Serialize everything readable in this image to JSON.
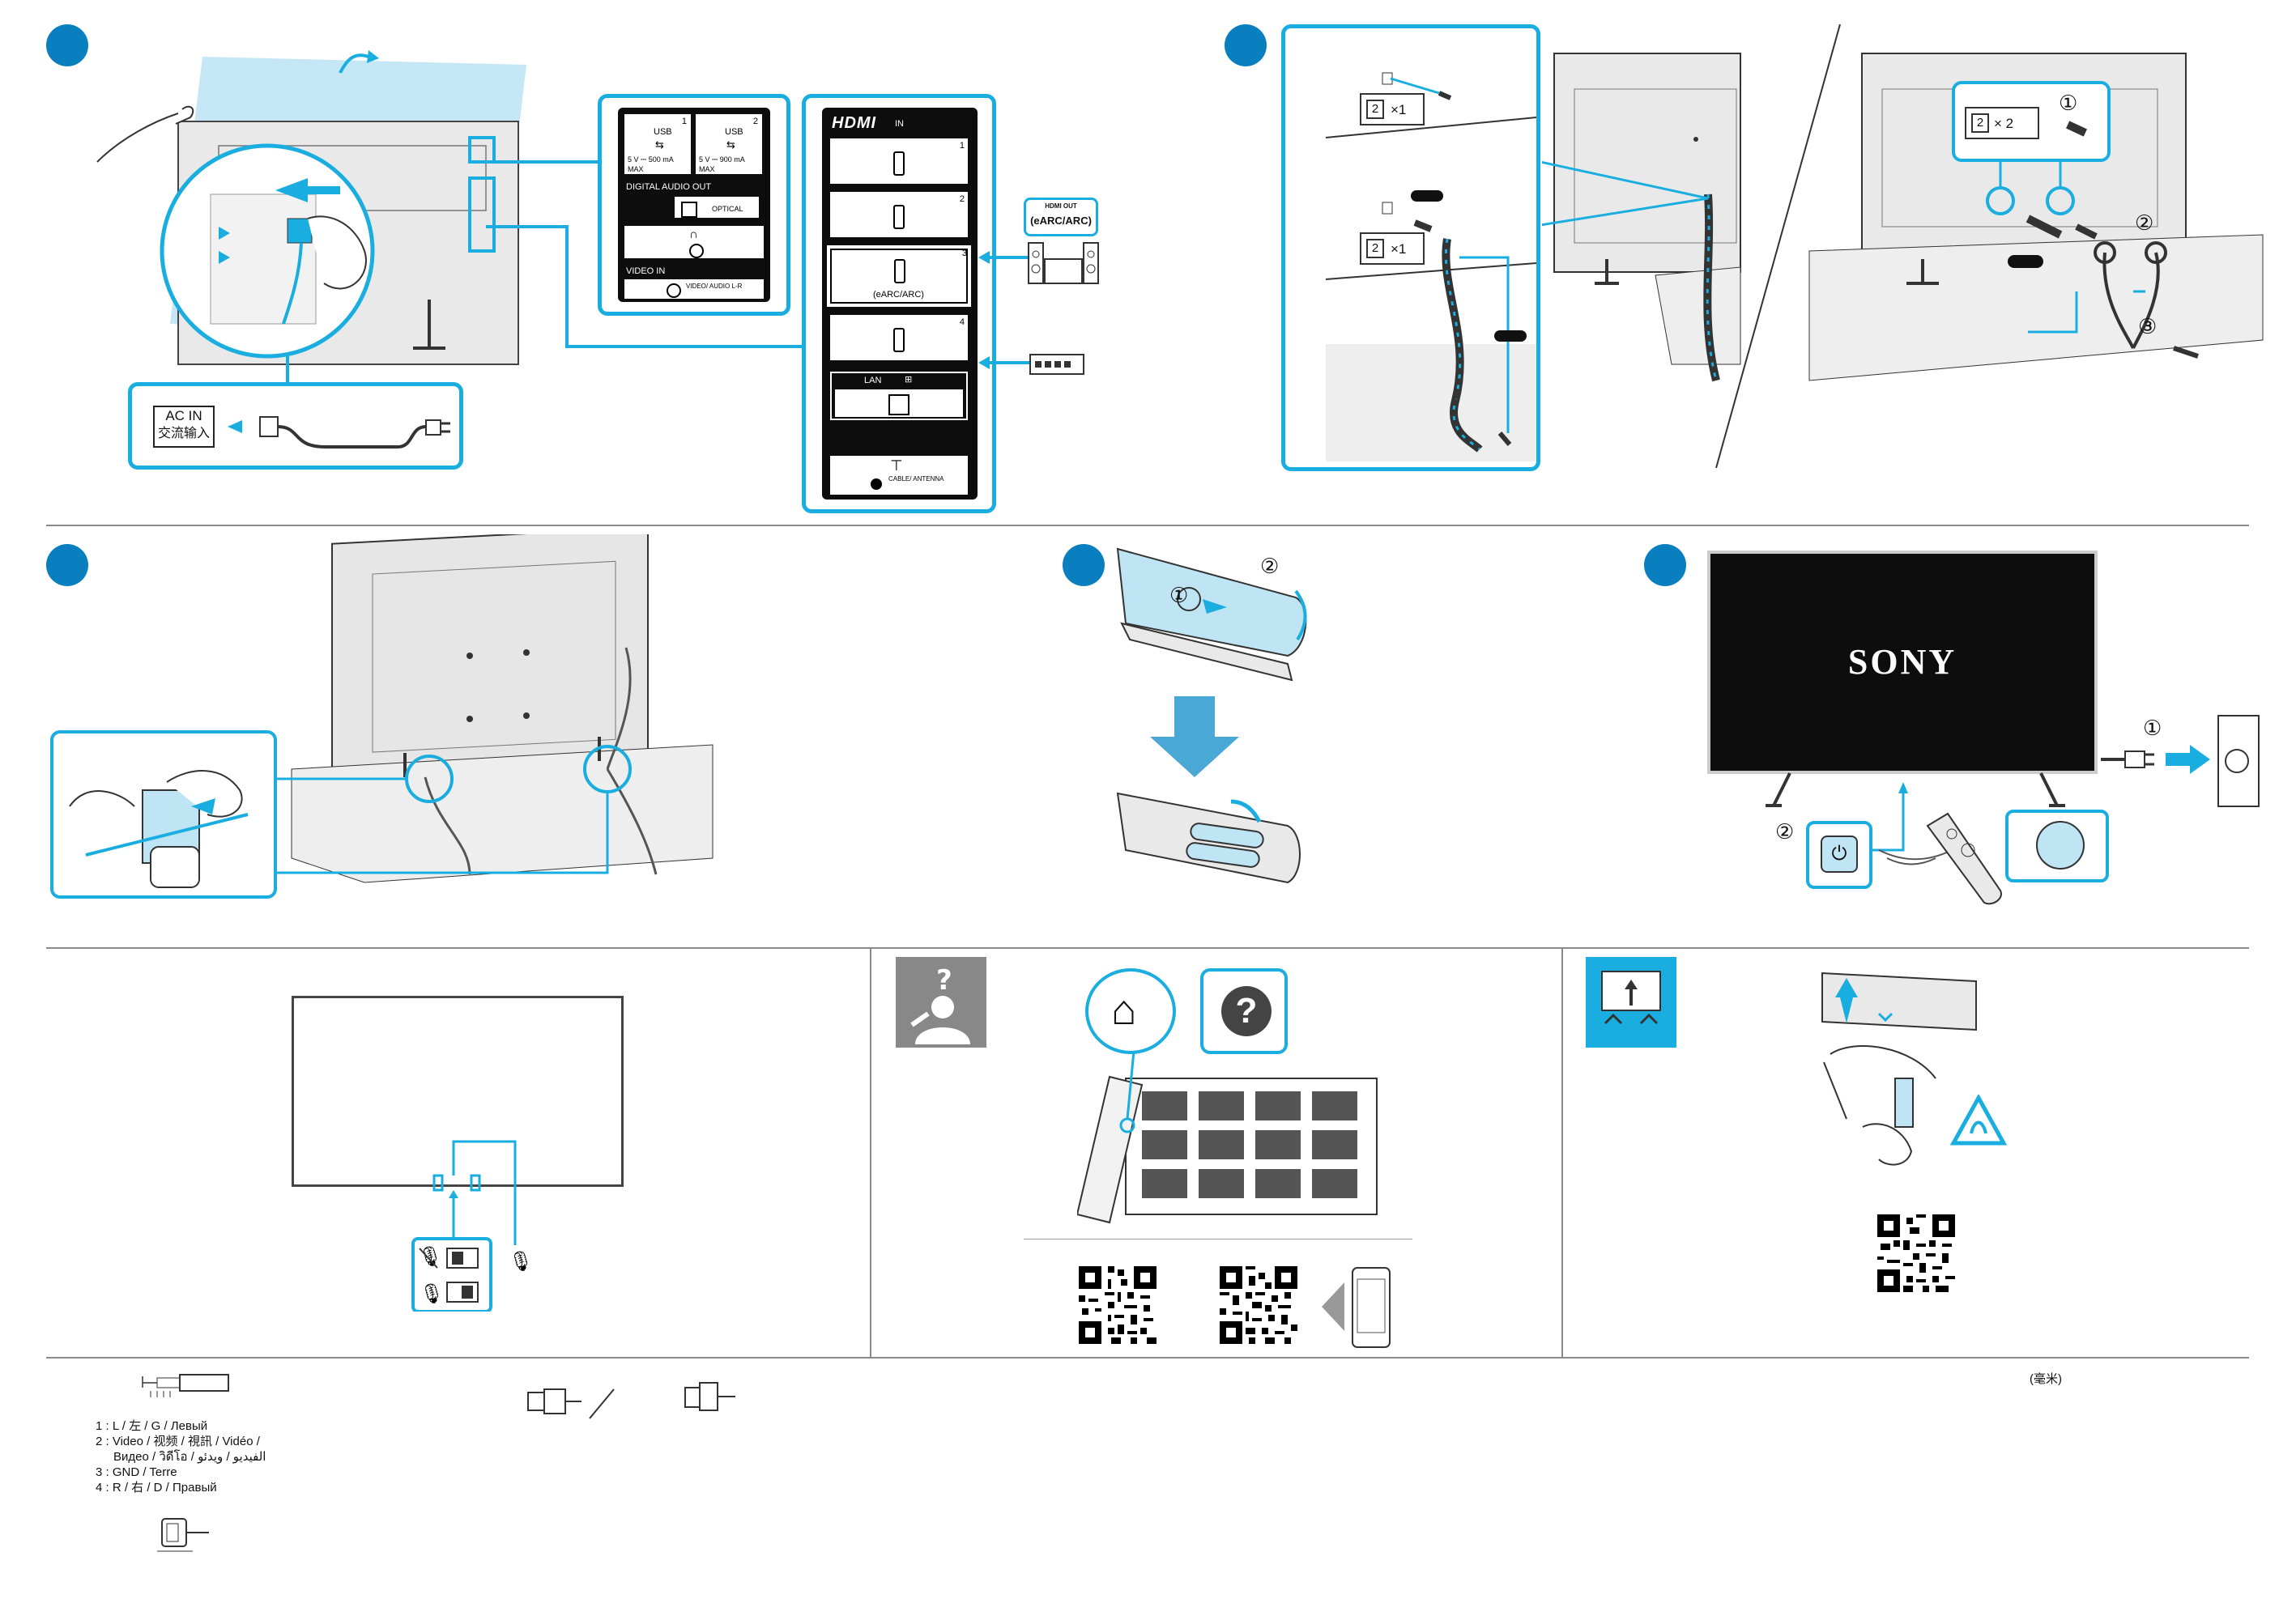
{
  "colors": {
    "accent": "#1aaee0",
    "step_dot": "#0a7fc0",
    "panel": "#0d0d0d",
    "divider": "#8a8a8a",
    "light_blue": "#bfe4f4"
  },
  "connections": {
    "usb1_label": "USB",
    "usb1_num": "1",
    "usb1_power": "5 V ⎓ 500 mA MAX",
    "usb2_label": "USB",
    "usb2_num": "2",
    "usb2_power": "5 V ⎓ 900 mA MAX",
    "digital_audio_out": "DIGITAL AUDIO OUT",
    "optical": "OPTICAL",
    "video_in": "VIDEO IN",
    "video_audio": "VIDEO/ AUDIO L-R",
    "hdmi_logo": "HDMI",
    "hdmi_in": "IN",
    "hdmi_ports": [
      "1",
      "2",
      "3",
      "4"
    ],
    "earc_arc_port": "(eARC/ARC)",
    "lan": "LAN",
    "cable_antenna": "CABLE/ ANTENNA",
    "home_out": "HDMI OUT",
    "earc_arc_device": "(eARC/ARC)",
    "ac_in": "AC IN",
    "ac_in_cn": "交流输入"
  },
  "wall_fix": {
    "qty_top": "×1",
    "qty_mid": "×1",
    "qty_right": "× 2",
    "step_1": "①",
    "step_2": "②",
    "step_3": "③"
  },
  "remote": {
    "step_1": "①",
    "step_2": "②"
  },
  "power": {
    "brand": "SONY",
    "step_1": "①",
    "step_2": "②"
  },
  "pinout": {
    "lines": [
      "1 : L / 左 / G / Левый",
      "2 : Video / 视频 / 視訊 / Vidéo /",
      "Видео / วิดีโอ / الفيديو / ویدئو",
      "3 : GND / Terre",
      "4 : R / 右 / D / Правый"
    ]
  },
  "unit_note": "(毫米)"
}
